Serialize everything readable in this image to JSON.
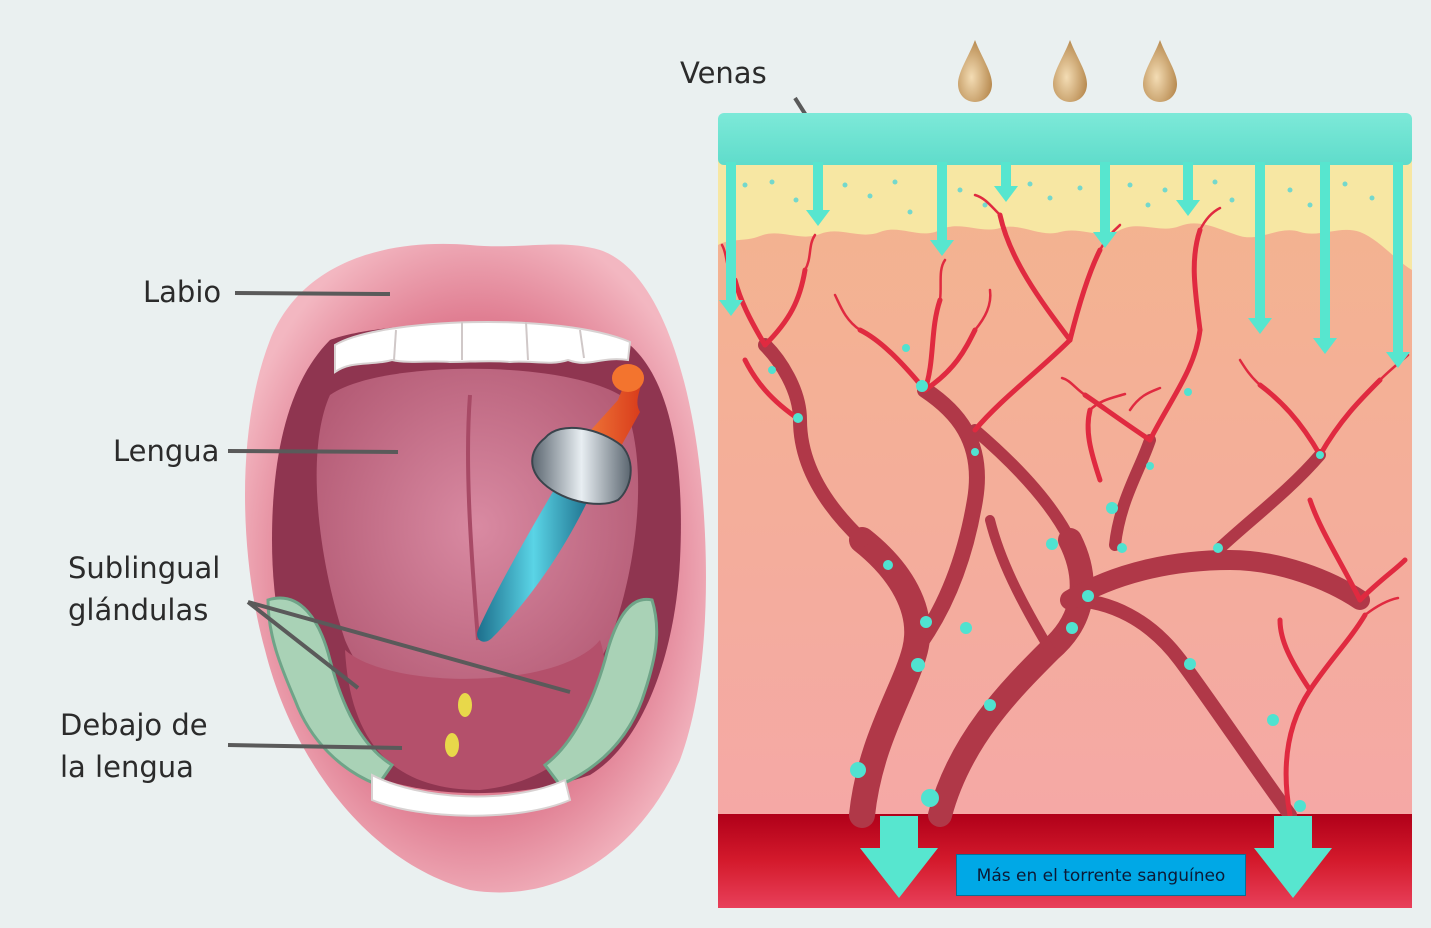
{
  "labels": {
    "lip": "Labio",
    "tongue": "Lengua",
    "sublingual_line1": "Sublingual",
    "sublingual_line2": "glándulas",
    "under_line1": "Debajo de",
    "under_line2": "la lengua",
    "veins": "Venas",
    "bloodstream": "Más en el torrente sanguíneo"
  },
  "icons": [
    "mouth-illustration",
    "dropper-icon",
    "drop-icon",
    "arrow-down-icon",
    "vein-network"
  ],
  "colors": {
    "background": "#eaf0f0",
    "lip": "#e27f92",
    "tongue": "#c36880",
    "throat": "#9a3e55",
    "gland": "#a8d0b8",
    "teeth": "#ffffff",
    "dropper_bulb": "#e85a28",
    "dropper_tube": "#3ab5c8",
    "drop": "#c8a46c",
    "top_band": "#6fe3d0",
    "absorb_layer": "#f7e8a4",
    "tissue": "#f3b28c",
    "vein": "#b13a4a",
    "capillary": "#e22a42",
    "arrow": "#57e6cf",
    "blood_vessel": "#b3001b",
    "label_box": "#00a8e6"
  }
}
